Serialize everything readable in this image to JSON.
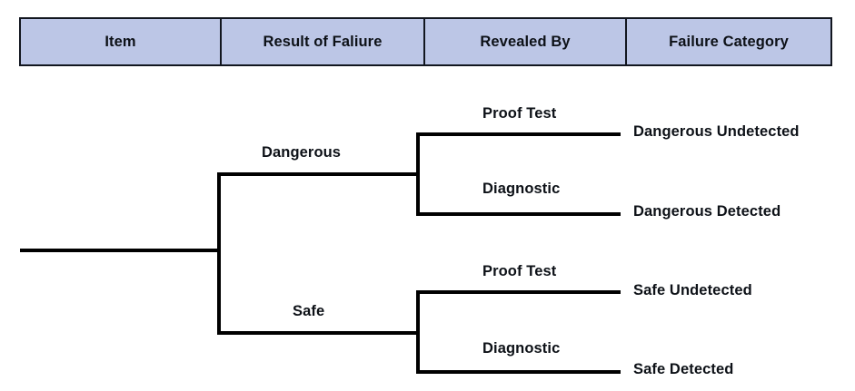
{
  "table": {
    "columns": [
      {
        "label": "Item"
      },
      {
        "label": "Result of Faliure"
      },
      {
        "label": "Revealed By"
      },
      {
        "label": "Failure Category"
      }
    ],
    "header_fill": "#bcc6e6",
    "border_color": "#12161f"
  },
  "tree": {
    "line_color": "#000000",
    "level1": [
      {
        "label": "Dangerous"
      },
      {
        "label": "Safe"
      }
    ],
    "level2": [
      {
        "label": "Proof Test"
      },
      {
        "label": "Diagnostic"
      },
      {
        "label": "Proof Test"
      },
      {
        "label": "Diagnostic"
      }
    ],
    "leaves": [
      {
        "label": "Dangerous Undetected"
      },
      {
        "label": "Dangerous Detected"
      },
      {
        "label": "Safe Undetected"
      },
      {
        "label": "Safe Detected"
      }
    ]
  }
}
